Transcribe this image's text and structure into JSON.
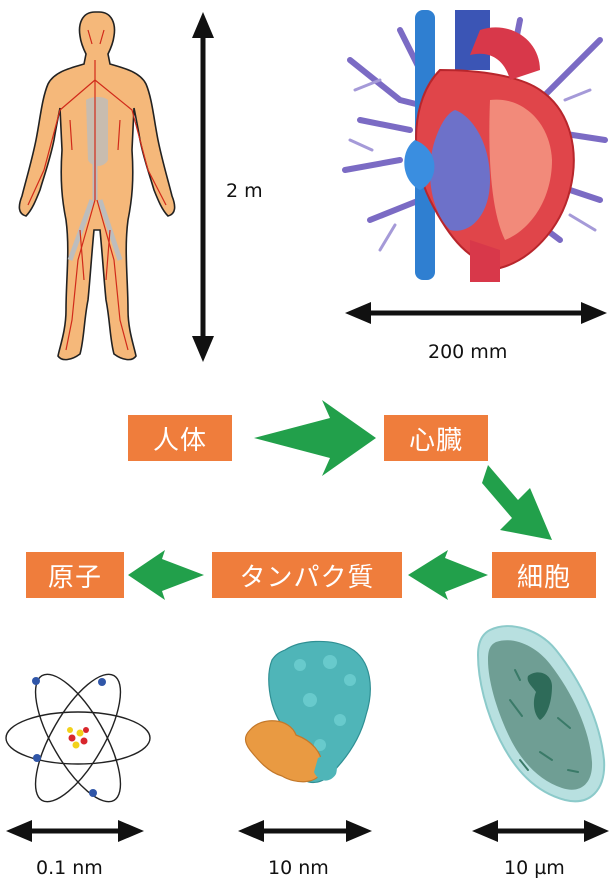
{
  "scales": {
    "human": "2 m",
    "heart": "200 mm",
    "atom": "0.1 nm",
    "protein": "10 nm",
    "cell": "10 µm"
  },
  "labels": {
    "human": "人体",
    "heart": "心臓",
    "cell": "細胞",
    "protein": "タンパク質",
    "atom": "原子"
  },
  "colors": {
    "label_fill": "#ef7d3c",
    "arrow_green": "#22a04b",
    "dimension_arrow": "#111111"
  },
  "icons": {
    "human": "human-body-circulatory-icon",
    "heart": "heart-anatomy-icon",
    "atom": "atom-model-icon",
    "protein": "protein-structure-icon",
    "cell": "cell-icon"
  }
}
